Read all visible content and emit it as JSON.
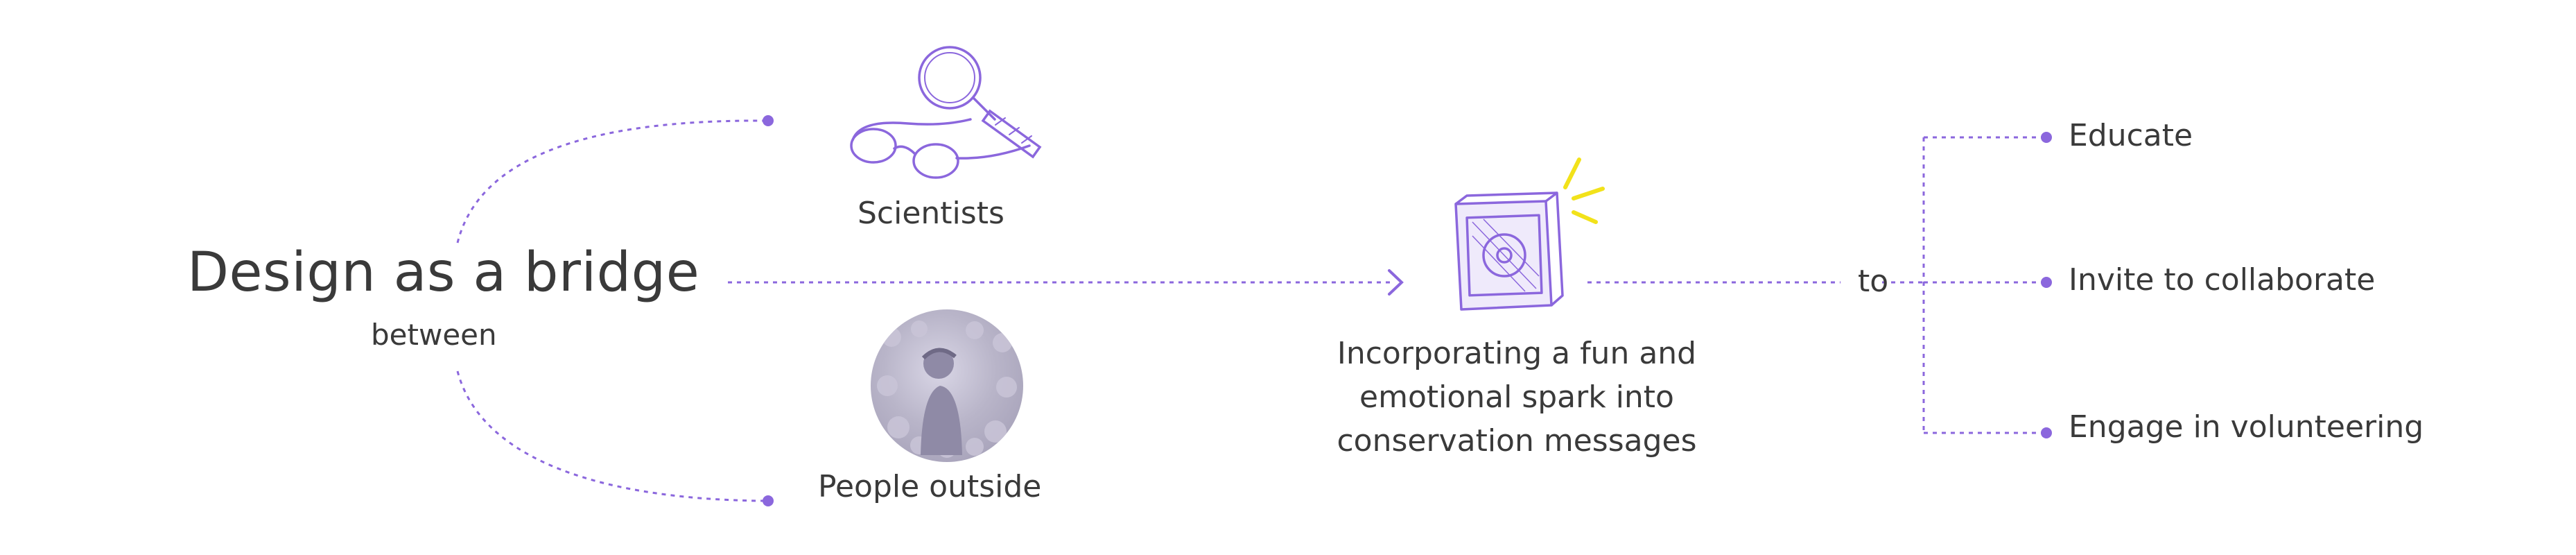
{
  "title": "Design as a bridge",
  "subtitle": "between",
  "groups": {
    "scientists": {
      "label": "Scientists",
      "icon": "magnifier-glasses-icon"
    },
    "people": {
      "label": "People outside",
      "icon": "crowd-photo"
    }
  },
  "center": {
    "icon": "speaker-amplifier-icon",
    "label": "Incorporating a fun and emotional spark into conservation messages"
  },
  "connector_word": "to",
  "outcomes": [
    "Educate",
    "Invite to collaborate",
    "Engage in volunteering"
  ],
  "colors": {
    "accent": "#8b67dd",
    "text": "#3a3a3a",
    "spark": "#f2e21a",
    "photo_tint": "#a7a2ba"
  }
}
